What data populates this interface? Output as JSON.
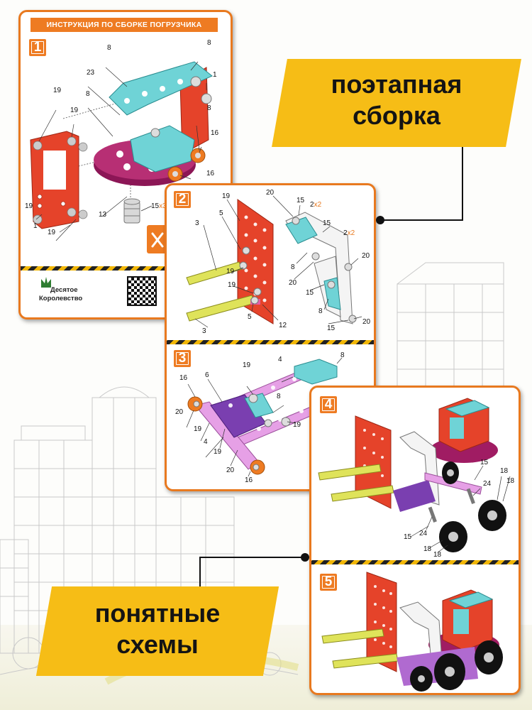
{
  "banners": {
    "top_line1": "поэтапная",
    "top_line2": "сборка",
    "bottom_line1": "понятные",
    "bottom_line2": "схемы"
  },
  "card1": {
    "title": "ИНСТРУКЦИЯ ПО СБОРКЕ ПОГРУЗЧИКА",
    "step": "1",
    "labels": {
      "l8a": "8",
      "l8b": "8",
      "l23": "23",
      "l1a": "1",
      "l8c": "8",
      "l19a": "19",
      "l19b": "19",
      "l8d": "8",
      "l16a": "16",
      "l16b": "16",
      "l19c": "19",
      "l13": "13",
      "l1b": "1",
      "l19d": "19",
      "l15": "15",
      "l15mult": "x3"
    },
    "logo_line1": "Десятое",
    "logo_line2": "Королевство"
  },
  "card2": {
    "step2": "2",
    "step3": "3",
    "labels2": {
      "l19a": "19",
      "l5a": "5",
      "l3a": "3",
      "l19b": "19",
      "l19c": "19",
      "l5b": "5",
      "l12": "12",
      "l3b": "3",
      "l20a": "20",
      "l15a": "15",
      "l2x2a": "2",
      "l2x2b": "2",
      "lx2a": "x2",
      "lx2b": "x2",
      "l15b": "15",
      "l20b": "20",
      "l8a": "8",
      "l20c": "20",
      "l15c": "15",
      "l8b": "8",
      "l15d": "15",
      "l20d": "20"
    },
    "labels3": {
      "l16a": "16",
      "l6": "6",
      "l19a": "19",
      "l4a": "4",
      "l8a": "8",
      "l20a": "20",
      "l8b": "8",
      "l19b": "19",
      "l4b": "4",
      "l19c": "19",
      "l19d": "19",
      "l20b": "20",
      "l16b": "16"
    }
  },
  "card3": {
    "step4": "4",
    "step5": "5",
    "labels4": {
      "l15a": "15",
      "l18a": "18",
      "l24a": "24",
      "l18b": "18",
      "l15b": "15",
      "l24b": "24",
      "l18c": "18",
      "l18d": "18"
    }
  },
  "colors": {
    "orange": "#ee7b22",
    "yellow_banner": "#f6bd16",
    "red_part": "#e5432a",
    "cyan_part": "#6fd3d6",
    "purple_part": "#7a3fb0",
    "pink_part": "#e6a0e6",
    "magenta_disc": "#a01c63",
    "lime_part": "#dfe35a"
  }
}
